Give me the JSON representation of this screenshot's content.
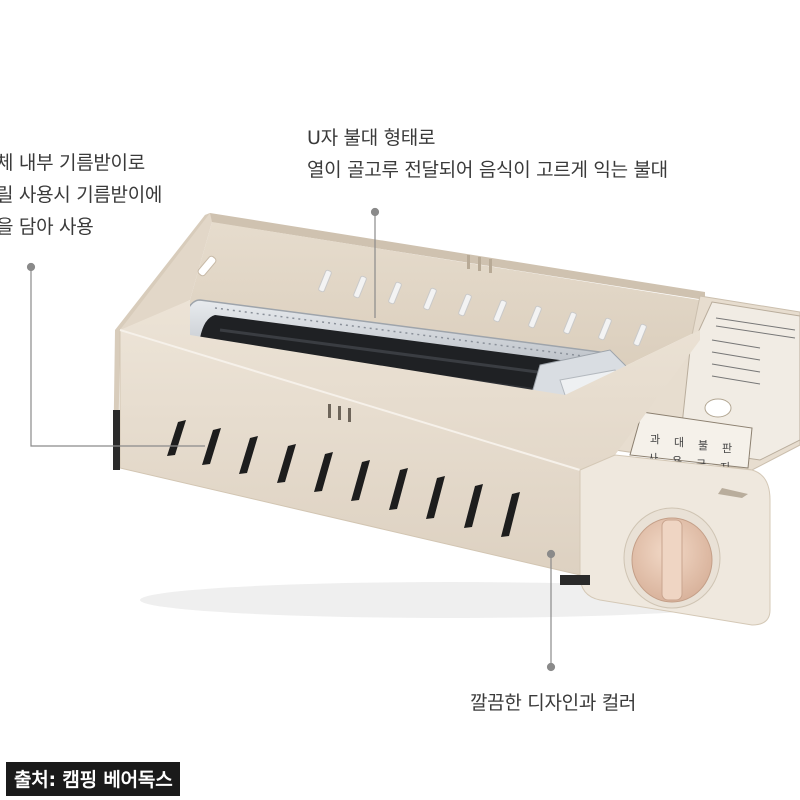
{
  "captions": {
    "left": [
      "체 내부 기름받이로",
      "릴 사용시 기름받이에",
      "을 담아 사용"
    ],
    "top": [
      "U자 불대 형태로",
      "열이 골고루 전달되어 음식이 고르게 익는 불대"
    ],
    "bottom": "깔끔한 디자인과 컬러"
  },
  "source": "출처: 캠핑 베어독스",
  "panel_label": [
    "과",
    "대",
    "불",
    "판",
    "사",
    "용",
    "금",
    "지"
  ],
  "colors": {
    "body": "#e9dfd2",
    "body_shadow": "#d6c9b8",
    "interior": "#e4d8c8",
    "burner_metal": "#c8ccd2",
    "knob": "#e8c9b6",
    "leader_line": "#8a8a8a"
  }
}
